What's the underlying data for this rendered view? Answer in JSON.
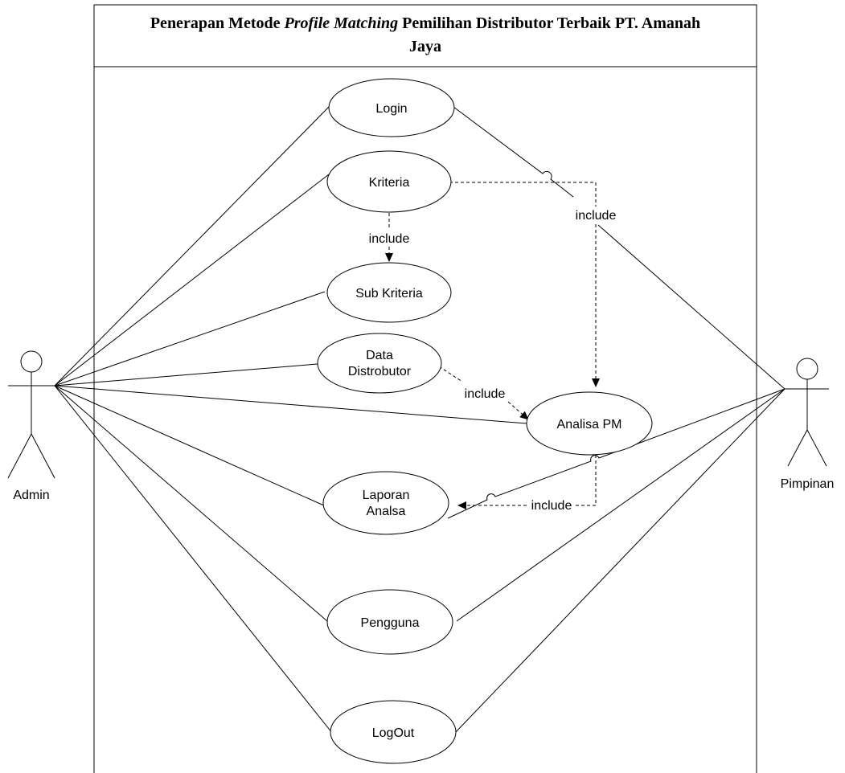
{
  "title": {
    "part1": "Penerapan Metode ",
    "part2_italic": "Profile Matching",
    "part3": " Pemilihan Distributor Terbaik PT. Amanah",
    "line2": "Jaya"
  },
  "actors": {
    "admin": "Admin",
    "pimpinan": "Pimpinan"
  },
  "use_cases": {
    "login": "Login",
    "kriteria": "Kriteria",
    "sub_kriteria": "Sub Kriteria",
    "data_distributor_1": "Data",
    "data_distributor_2": "Distrobutor",
    "analisa_pm": "Analisa PM",
    "laporan_1": "Laporan",
    "laporan_2": "Analsa",
    "pengguna": "Pengguna",
    "logout": "LogOut"
  },
  "relations": {
    "include_kriteria_sub": "include",
    "include_kriteria_analisa": "include",
    "include_data_analisa": "include",
    "include_analisa_laporan": "include"
  }
}
